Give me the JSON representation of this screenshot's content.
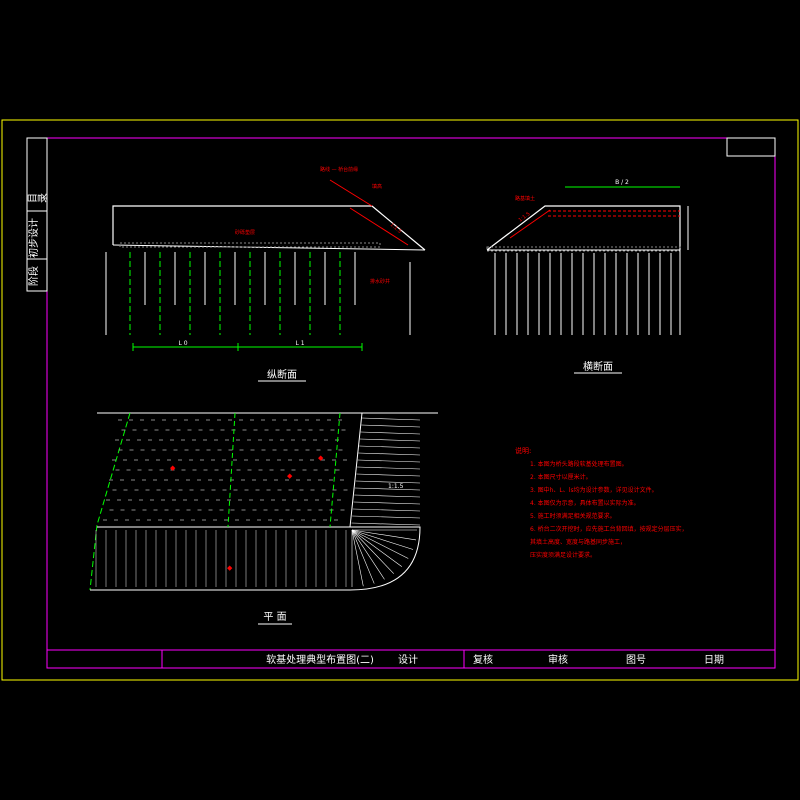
{
  "side_tab": {
    "top": "目录",
    "mid": "初步设计",
    "bottom": "阶段"
  },
  "views": {
    "longitudinal": "纵断面",
    "cross": "横断面",
    "plan": "平 面"
  },
  "title_block": {
    "title": "软基处理典型布置图(二)",
    "design": "设计",
    "review": "复核",
    "audit": "审核",
    "drawing_no": "图号",
    "date": "日期"
  },
  "notes": {
    "heading": "说明:",
    "items": [
      "1. 本图为桥头路段软基处理布置图。",
      "2. 本图尺寸以厘米计。",
      "3. 图中h、L、ls均为设计参数，详见设计文件。",
      "4. 本图仅为示意，具体布置以实际为准。",
      "5. 施工时须满足相关规范要求。",
      "6. 桥台二次开挖时，应先施工台背回填，按规定分层压实，",
      "   其填土高度、宽度与路基同步施工，",
      "   压实度须满足设计要求。"
    ]
  },
  "annotations": {
    "slope_ratio": "1:1.5",
    "plan_slope": "1:1.5",
    "dim_a": "L 0",
    "dim_b": "L 1",
    "dim_top": "B / 2"
  },
  "colors": {
    "frame": "#ffff00",
    "line": "#ffffff",
    "accent": "#ff0000",
    "piles_green": "#00ff00",
    "title_magenta": "#ff00ff",
    "cyan": "#00ffff"
  }
}
